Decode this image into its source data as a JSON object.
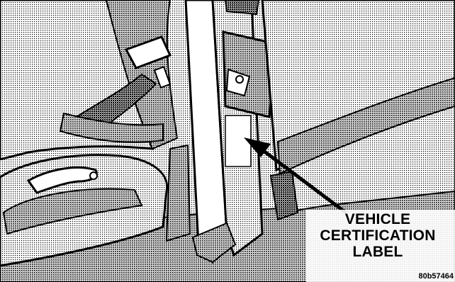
{
  "callout": {
    "line1": "VEHICLE",
    "line2": "CERTIFICATION",
    "line3": "LABEL"
  },
  "figure_id": "80b57464",
  "colors": {
    "ink": "#000000",
    "paper": "#ffffff",
    "light_tone": "#e6e6e6",
    "mid_tone": "#bdbdbd",
    "dark_tone": "#8a8a8a"
  }
}
